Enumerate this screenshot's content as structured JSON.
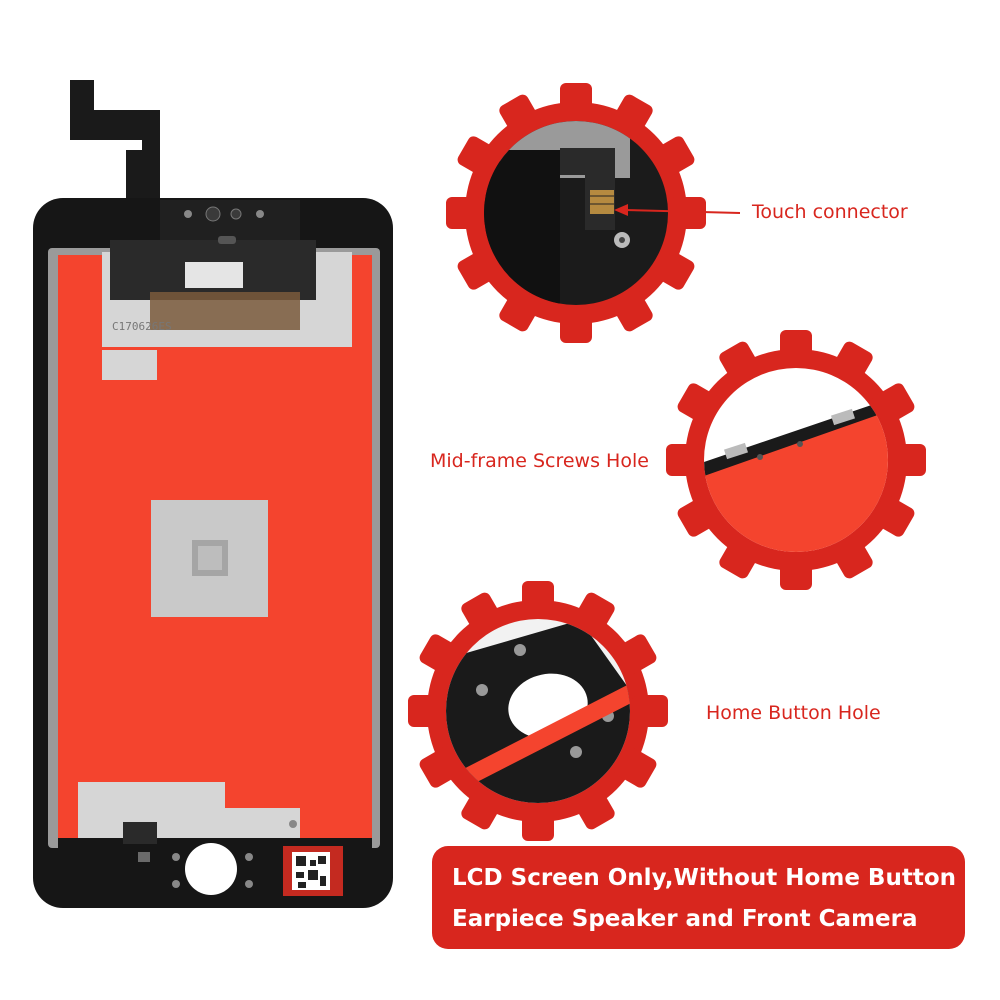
{
  "callouts": {
    "touch_connector": "Touch connector",
    "midframe_holes": "Mid-frame Screws Hole",
    "home_button_hole": "Home Button Hole"
  },
  "banner": {
    "line1": "LCD Screen Only,Without Home Button",
    "line2": "Earpiece Speaker and Front Camera"
  },
  "phone": {
    "flex_label": "C170626ES"
  },
  "colors": {
    "accent_red": "#d8261e",
    "film_red": "#f4442e",
    "frame_black": "#161616",
    "shield_silver": "#d6d6d6"
  }
}
